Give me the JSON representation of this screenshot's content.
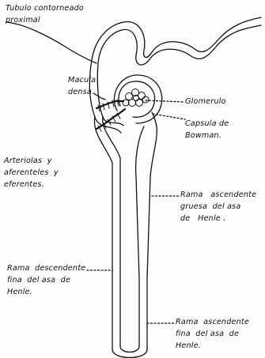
{
  "diagram": {
    "labels": {
      "tubulo": "Tubulo contorneado\nproximal",
      "macula": "Macula\ndensa",
      "glomerulo": "Glomerulo",
      "capsula": "Capsula de\nBowman.",
      "arteriolas": "Arteriolas  y\naferenteles  y\neferentes.",
      "rama_gruesa": "Rama   ascendente\ngruesa  del asa\nde   Henle .",
      "rama_desc": "Rama  descendente\nfina  del asa  de\nHenle.",
      "rama_fina": "Rama  ascendente\nfina  del asa  de\nHenle."
    },
    "colors": {
      "ink": "#111111",
      "paper": "#fdfdfb"
    }
  }
}
